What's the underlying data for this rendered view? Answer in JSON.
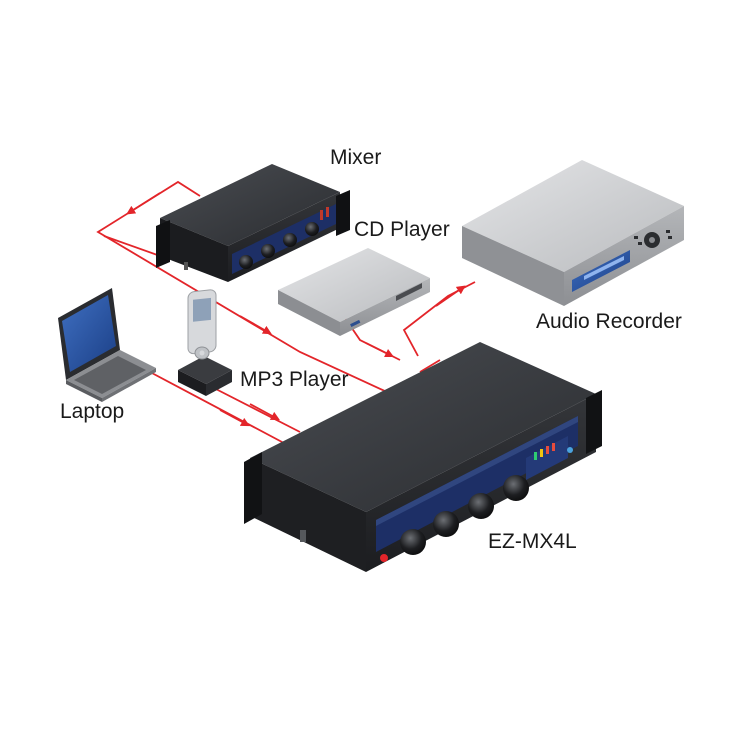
{
  "labels": {
    "mixer": "Mixer",
    "cd_player": "CD Player",
    "audio_recorder": "Audio Recorder",
    "mp3_player": "MP3 Player",
    "laptop": "Laptop",
    "ez_mx4l": "EZ-MX4L"
  },
  "colors": {
    "cable": "#e3252a",
    "device_dark": "#2b2d30",
    "device_silver": "#c9cbcd",
    "panel_blue": "#1d2f66",
    "background": "#ffffff"
  }
}
